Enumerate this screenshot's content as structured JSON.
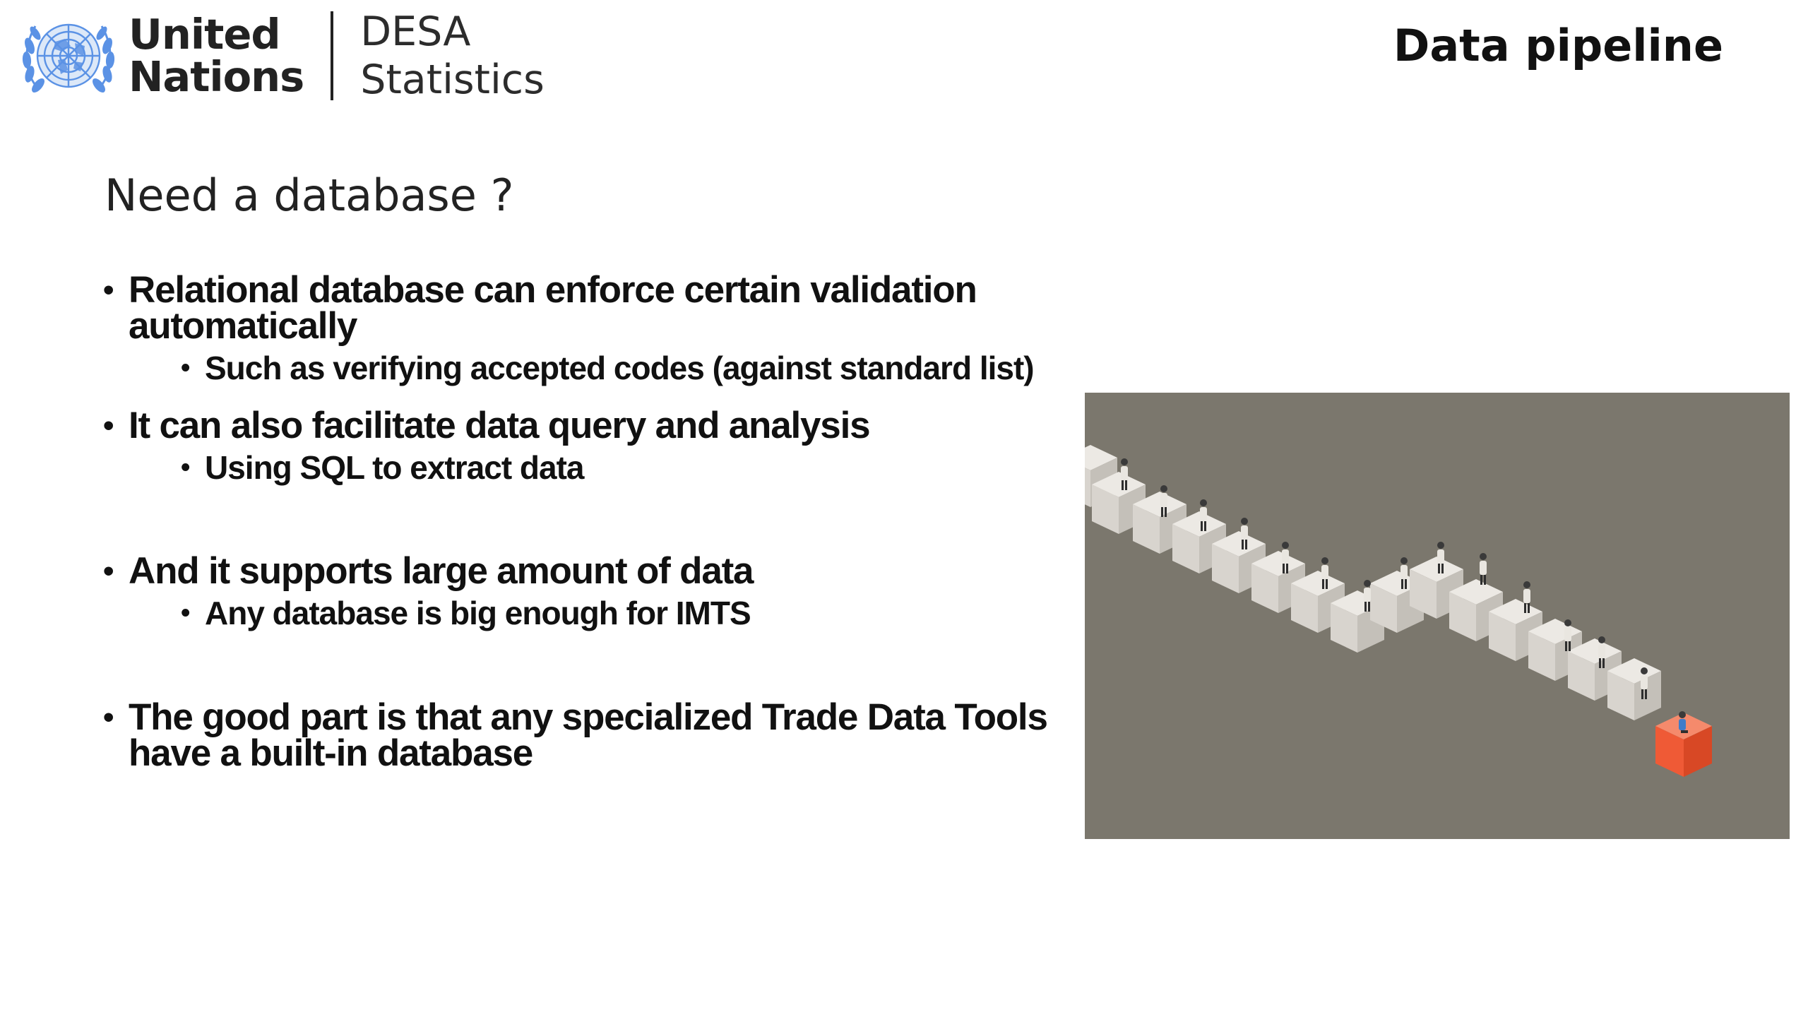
{
  "header": {
    "org_line1": "United",
    "org_line2": "Nations",
    "dept_line1": "DESA",
    "dept_line2": "Statistics",
    "slide_title": "Data pipeline"
  },
  "content": {
    "heading": "Need a database ?",
    "bullets": [
      {
        "text": "Relational database can enforce certain validation automatically",
        "sub": "Such as verifying accepted codes (against standard list)"
      },
      {
        "text": "It can also facilitate data query and analysis",
        "sub": "Using SQL to extract data"
      },
      {
        "text": "And it supports large amount of data",
        "sub": "Any database is big enough for IMTS"
      },
      {
        "text": "The good part is that any specialized Trade Data Tools have a built-in database"
      }
    ]
  },
  "icons": {
    "emblem": "un-emblem-icon"
  },
  "colors": {
    "emblem_blue": "#5b92e5",
    "illustration_bg": "#7b776d",
    "block_face": "#e6e2dc",
    "highlight_block": "#ee5533"
  }
}
